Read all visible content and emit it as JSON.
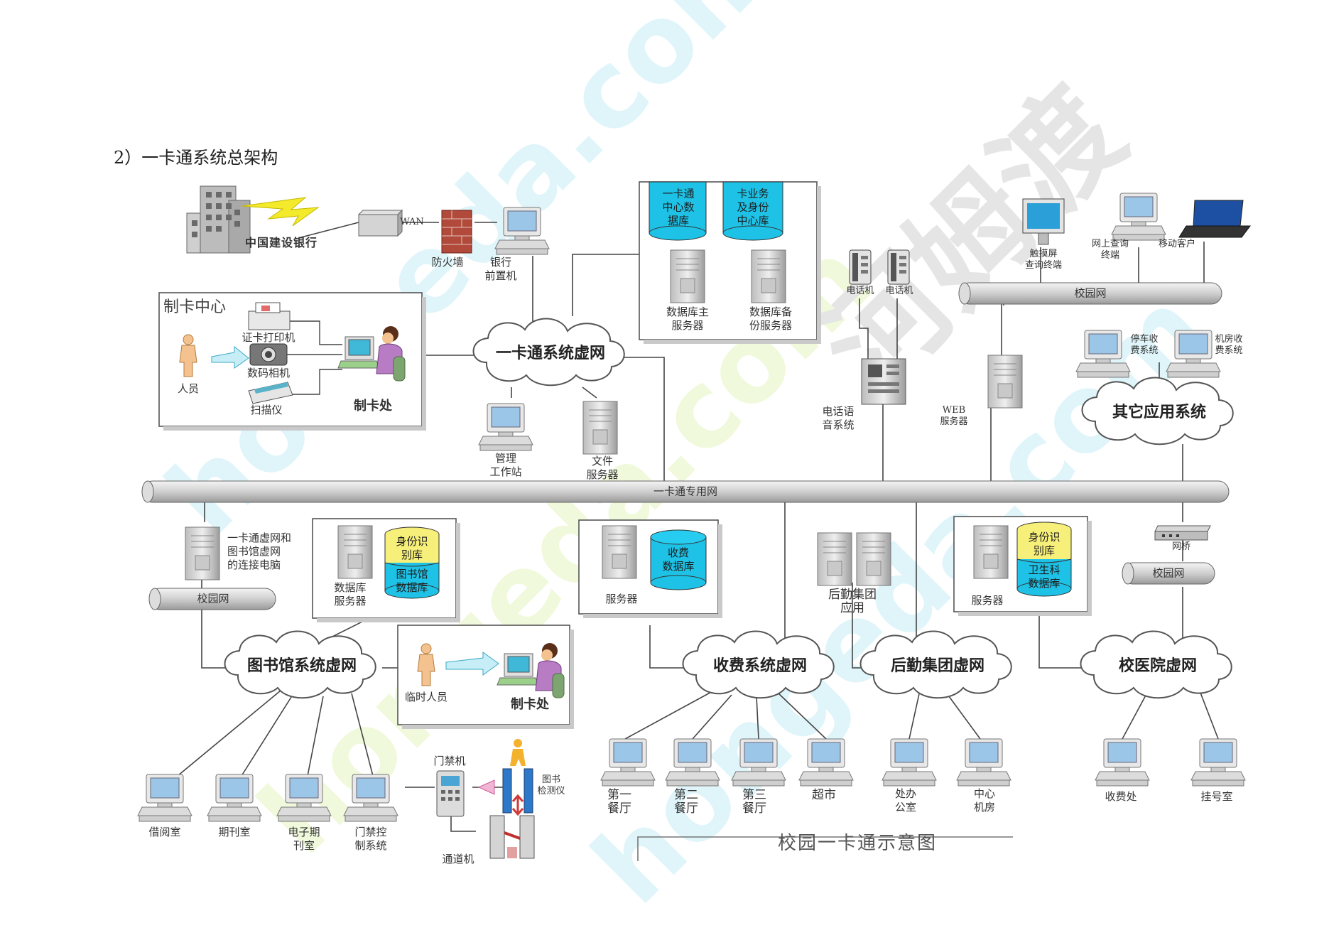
{
  "heading": "2）一卡通系统总架构",
  "caption": "校园一卡通示意图",
  "networks": {
    "main": "一卡通系统虚网",
    "library": "图书馆系统虚网",
    "fee": "收费系统虚网",
    "logistics": "后勤集团虚网",
    "hospital": "校医院虚网",
    "other": "其它应用系统"
  },
  "buses": {
    "campus_top": "校园网",
    "dedicated": "一卡通专用网",
    "campus_left": "校园网",
    "campus_right": "校园网"
  },
  "bank": {
    "name": "中国建设银行",
    "wan": "WAN",
    "firewall": "防火墙",
    "front": "银行\n前置机"
  },
  "card_center": {
    "title": "制卡中心",
    "card_printer": "证卡打印机",
    "camera": "数码相机",
    "person": "人员",
    "scanner": "扫描仪",
    "office": "制卡处"
  },
  "data_center": {
    "db1": "一卡通\n中心数\n据库",
    "db2": "卡业务\n及身份\n中心库",
    "server_main": "数据库主\n服务器",
    "server_backup": "数据库备\n份服务器"
  },
  "main_net_devices": {
    "admin": "管理\n工作站",
    "file": "文件\n服务器"
  },
  "phones": {
    "phone1": "电话机",
    "phone2": "电话机",
    "ivr": "电话语\n音系统"
  },
  "web": "WEB\n服务器",
  "campus_clients": {
    "touch": "触摸屏\n查询终端",
    "query": "网上查询\n终端",
    "mobile": "移动客户"
  },
  "other_apps": {
    "parking": "停车收\n费系统",
    "machine_room": "机房收\n费系统"
  },
  "library_box": {
    "bridge": "一卡通虚网和\n图书馆虚网\n的连接电脑",
    "db_server": "数据库\n服务器",
    "id_db": "身份识\n别库",
    "lib_db": "图书馆\n数据库"
  },
  "fee_box": {
    "server": "服务器",
    "fee_db": "收费\n数据库"
  },
  "logistics_box": {
    "app": "后勤集团\n应用"
  },
  "hospital_box": {
    "server": "服务器",
    "id_db": "身份识\n别库",
    "health_db": "卫生科\n数据库",
    "gateway": "网桥"
  },
  "temp_card": {
    "person": "临时人员",
    "office": "制卡处"
  },
  "library_terminals": [
    "借阅室",
    "期刊室",
    "电子期\n刊室",
    "门禁控\n制系统"
  ],
  "access": {
    "door": "门禁机",
    "detector": "图书\n检测仪",
    "gate": "通道机"
  },
  "fee_terminals": [
    "第一\n餐厅",
    "第二\n餐厅",
    "第三\n餐厅",
    "超市"
  ],
  "logistics_terminals": [
    "处办\n公室",
    "中心\n机房"
  ],
  "hospital_terminals": [
    "收费处",
    "挂号室"
  ],
  "watermark": {
    "text1": "hongeda.com",
    "text2": "河姆渡"
  }
}
